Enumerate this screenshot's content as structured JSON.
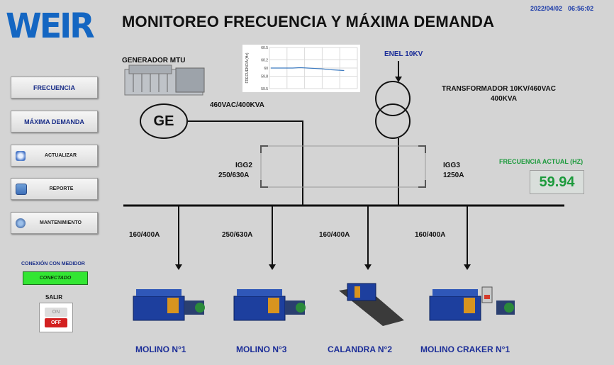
{
  "header": {
    "logo_text": "WEIR",
    "title": "MONITOREO FRECUENCIA Y MÁXIMA DEMANDA",
    "date": "2022/04/02",
    "time": "06:56:02"
  },
  "nav": {
    "frecuencia": "FRECUENCIA",
    "maxima_demanda": "MÁXIMA DEMANDA",
    "actualizar": "ACTUALIZAR",
    "reporte": "REPORTE",
    "mantenimiento": "MANTENIMIENTO"
  },
  "connection": {
    "title": "CONEXIÓN CON MEDIDOR",
    "status": "CONECTADO",
    "status_color": "#33e633"
  },
  "exit": {
    "label": "SALIR",
    "on": "ON",
    "off": "OFF"
  },
  "diagram": {
    "generator_label": "GENERADOR MTU",
    "generator_symbol": "GE",
    "generator_rating": "460VAC/400KVA",
    "enel_label": "ENEL 10KV",
    "transformer_line1": "TRANSFORMADOR 10KV/460VAC",
    "transformer_line2": "400KVA",
    "igg2_name": "IGG2",
    "igg2_rating": "250/630A",
    "igg3_name": "IGG3",
    "igg3_rating": "1250A",
    "feeders": [
      {
        "rating": "160/400A",
        "machine": "MOLINO N°1"
      },
      {
        "rating": "250/630A",
        "machine": "MOLINO N°3"
      },
      {
        "rating": "160/400A",
        "machine": "CALANDRA N°2"
      },
      {
        "rating": "160/400A",
        "machine": "MOLINO CRAKER N°1"
      }
    ]
  },
  "frequency": {
    "title": "FRECUENCIA ACTUAL (HZ)",
    "value": "59.94",
    "color": "#1c9a3c"
  },
  "chart_data": {
    "type": "line",
    "ylabel": "FRECUENCIA (Hz)",
    "yticks": [
      "60.5",
      "60.2",
      "60",
      "59.8",
      "59.5"
    ],
    "ylim": [
      59.5,
      60.5
    ],
    "series": [
      {
        "values": [
          60.0,
          60.0,
          60.0,
          60.0,
          60.01,
          60.0,
          59.99,
          59.98,
          59.96,
          59.95,
          59.94
        ]
      }
    ],
    "grid": true
  }
}
